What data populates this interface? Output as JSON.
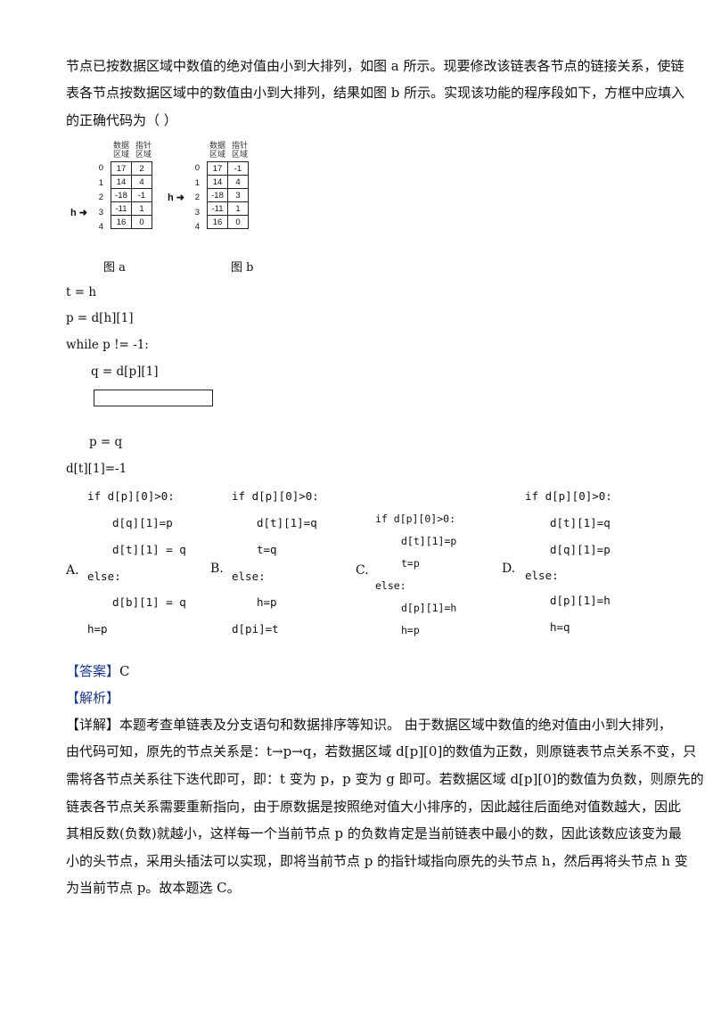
{
  "intro_lines": [
    "节点已按数据区域中数值的绝对值由小到大排列，如图 a 所示。现要修改该链表各节点的链接关系，使链",
    "表各节点按数据区域中的数值由小到大排列，结果如图 b 所示。实现该功能的程序段如下，方框中应填入",
    "的正确代码为（      ）"
  ],
  "figure_a": {
    "header_data": "数据",
    "header_data2": "区域",
    "header_ptr": "指针",
    "header_ptr2": "区域",
    "indices": [
      "0",
      "1",
      "2",
      "3",
      "4"
    ],
    "rows": [
      [
        "17",
        "2"
      ],
      [
        "14",
        "4"
      ],
      [
        "-18",
        "-1"
      ],
      [
        "-11",
        "1"
      ],
      [
        "16",
        "0"
      ]
    ],
    "head": "h",
    "caption": "图 a"
  },
  "figure_b": {
    "header_data": "数据",
    "header_data2": "区域",
    "header_ptr": "指针",
    "header_ptr2": "区域",
    "indices": [
      "0",
      "1",
      "2",
      "3",
      "4"
    ],
    "rows": [
      [
        "17",
        "-1"
      ],
      [
        "14",
        "4"
      ],
      [
        "-18",
        "3"
      ],
      [
        "-11",
        "1"
      ],
      [
        "16",
        "0"
      ]
    ],
    "head": "h",
    "caption": "图 b"
  },
  "code": {
    "l1": "t = h",
    "l2": "p = d[h][1]",
    "l3": "while p != -1:",
    "l4": "q = d[p][1]",
    "l5": "p = q",
    "l6": "d[t][1]=-1"
  },
  "options": {
    "A": {
      "label": "A.",
      "lines": [
        "if d[p][0]>0:",
        "d[q][1]=p",
        "d[t][1] = q",
        "else:",
        "d[b][1] = q",
        "h=p"
      ]
    },
    "B": {
      "label": "B.",
      "lines": [
        "if d[p][0]>0:",
        "d[t][1]=q",
        "t=q",
        "else:",
        "h=p",
        "d[pi]=t"
      ]
    },
    "C": {
      "label": "C.",
      "lines": [
        "if d[p][0]>0:",
        "d[t][1]=p",
        "t=p",
        "else:",
        "d[p][1]=h",
        "h=p"
      ]
    },
    "D": {
      "label": "D.",
      "lines": [
        "if d[p][0]>0:",
        "d[t][1]=q",
        "d[q][1]=p",
        "else:",
        "d[p][1]=h",
        "h=q"
      ]
    }
  },
  "answer": {
    "tag": "【答案】",
    "value": "C"
  },
  "analysis_tag": "【解析】",
  "detail_lines": [
    "【详解】本题考查单链表及分支语句和数据排序等知识。  由于数据区域中数值的绝对值由小到大排列，",
    "由代码可知，原先的节点关系是：t→p→q，若数据区域 d[p][0]的数值为正数，则原链表节点关系不变，只",
    "需将各节点关系往下迭代即可，即：t 变为 p，p 变为 g 即可。若数据区域 d[p][0]的数值为负数，则原先的",
    "链表各节点关系需要重新指向，由于原数据是按照绝对值大小排序的，因此越往后面绝对值数越大，因此",
    "其相反数(负数)就越小，这样每一个当前节点 p 的负数肯定是当前链表中最小的数，因此该数应该变为最",
    "小的头节点，采用头插法可以实现，即将当前节点 p 的指针域指向原先的头节点 h，然后再将头节点 h 变",
    "为当前节点 p。故本题选 C。"
  ]
}
